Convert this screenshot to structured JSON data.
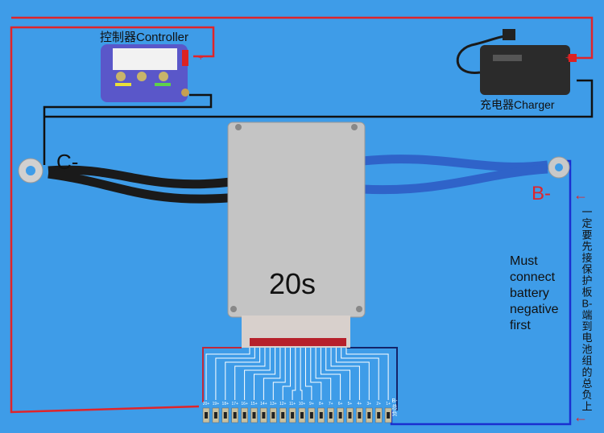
{
  "controller": {
    "label": "控制器Controller",
    "plus": "+",
    "minus": "−"
  },
  "charger": {
    "label": "充电器Charger",
    "plus": "+",
    "minus": "−"
  },
  "bms": {
    "model": "20s",
    "c_minus": "C-",
    "b_minus": "B-"
  },
  "note_en": [
    "Must",
    "connect",
    "battery",
    "negative",
    "first"
  ],
  "note_cn": [
    "一",
    "定",
    "要",
    "先",
    "接",
    "保",
    "护",
    "板",
    "B-",
    "端",
    "到",
    "电",
    "池",
    "组",
    "的",
    "总",
    "负",
    "上"
  ],
  "arrows": [
    "←",
    "←"
  ],
  "terminals": {
    "labels": [
      "20+",
      "19+",
      "18+",
      "17+",
      "16+",
      "15+",
      "14+",
      "13+",
      "12+",
      "11+",
      "10+",
      "9+",
      "8+",
      "7+",
      "6+",
      "5+",
      "4+",
      "3+",
      "2+",
      "1+"
    ],
    "b_minus_label": [
      "B-",
      "总",
      "负"
    ]
  },
  "colors": {
    "background": "#3e9ce8",
    "positive_wire": "#e0242a",
    "negative_wire": "#111111",
    "b_minus_wire": "#1a2fd0",
    "sense_wire": "#ffffff",
    "cable": "#2f63c9"
  }
}
